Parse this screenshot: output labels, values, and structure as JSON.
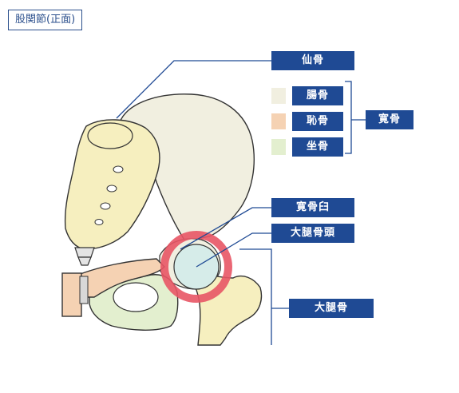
{
  "title": "股関節(正面)",
  "labels": {
    "sacrum": "仙骨",
    "ilium": "腸骨",
    "pubis": "恥骨",
    "ischium": "坐骨",
    "hip_bone": "寛骨",
    "acetabulum": "寛骨臼",
    "femoral_head": "大腿骨頭",
    "femur": "大腿骨"
  },
  "colors": {
    "label_bg": "#1f4a94",
    "ilium": "#f1efe0",
    "pubis": "#f5d2b3",
    "ischium": "#e3efcf",
    "sacrum": "#f6efbf",
    "highlight_ring": "#e85565"
  }
}
